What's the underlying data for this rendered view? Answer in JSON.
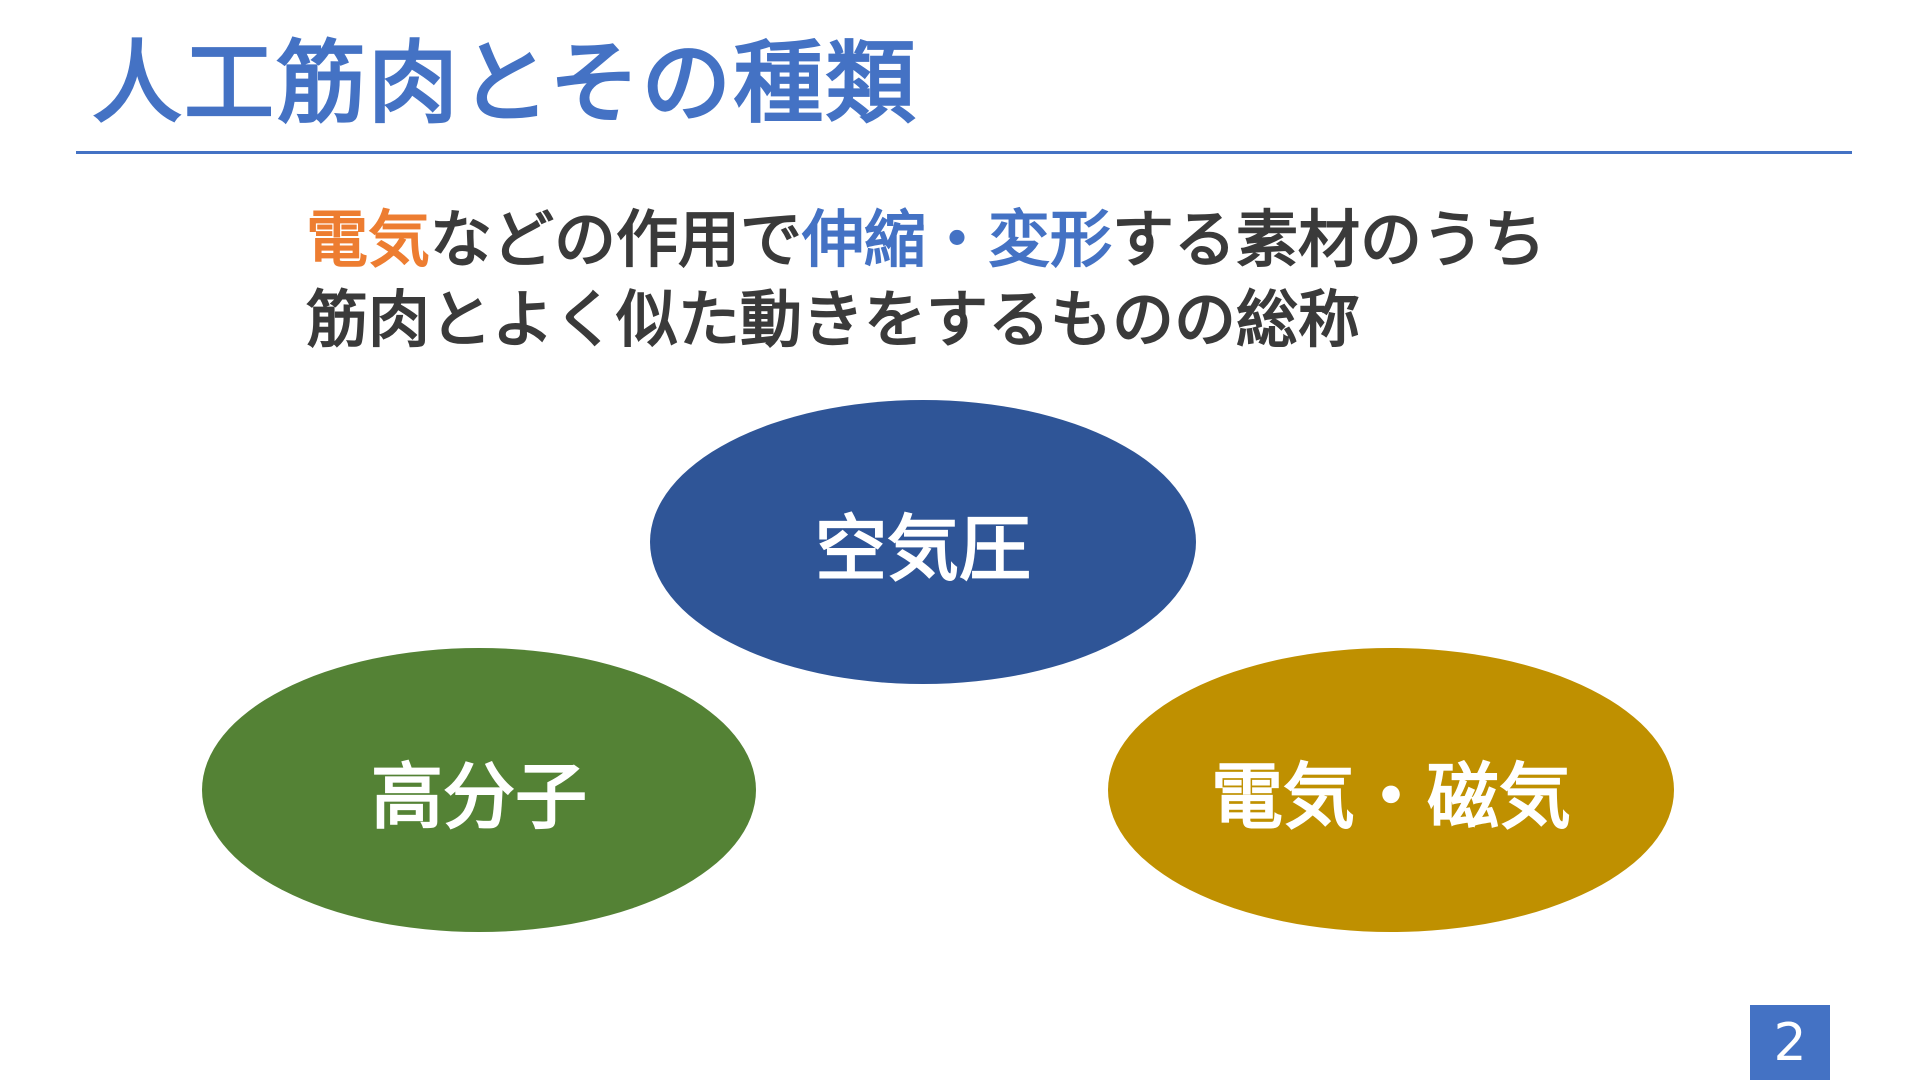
{
  "slide": {
    "title": "人工筋肉とその種類",
    "definition": {
      "line1": [
        {
          "text": "電気",
          "color": "#ed7d31"
        },
        {
          "text": "などの作用で",
          "color": "#3a3a3a"
        },
        {
          "text": "伸縮・変形",
          "color": "#4472c4"
        },
        {
          "text": "する素材のうち",
          "color": "#3a3a3a"
        }
      ],
      "line2": "筋肉とよく似た動きをするものの総称"
    },
    "types": [
      {
        "label": "空気圧",
        "color": "#2f5597"
      },
      {
        "label": "高分子",
        "color": "#548235"
      },
      {
        "label": "電気・磁気",
        "color": "#bf9000"
      }
    ],
    "page_number": "2",
    "accent_color": "#4472c4"
  }
}
